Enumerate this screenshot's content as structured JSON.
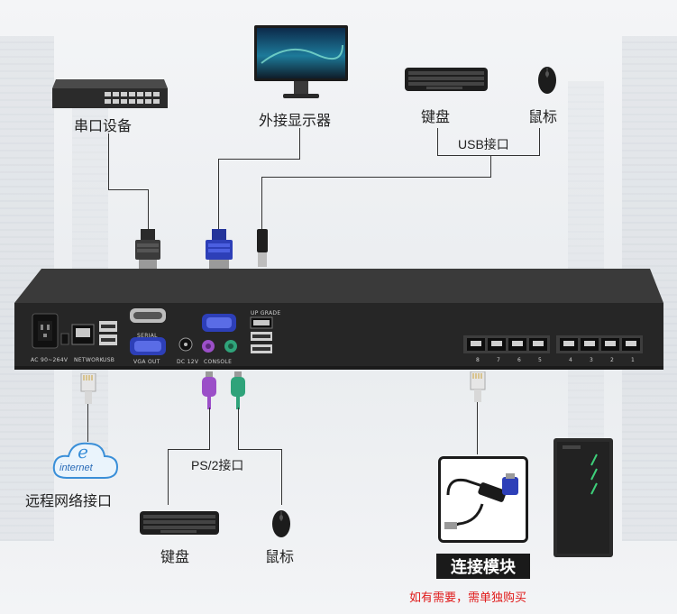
{
  "labels": {
    "serial_device": "串口设备",
    "external_monitor": "外接显示器",
    "keyboard_top": "键盘",
    "mouse_top": "鼠标",
    "usb_port": "USB接口",
    "ps2_port": "PS/2接口",
    "keyboard_bottom": "键盘",
    "mouse_bottom": "鼠标",
    "remote_network": "远程网络接口",
    "internet": "internet",
    "connect_module": "连接模块",
    "purchase_note": "如有需要，需单独购买"
  },
  "panel": {
    "power": "AC 90~264V",
    "network": "NETWORK",
    "usb": "USB",
    "serial": "SERIAL",
    "vga_out": "VGA OUT",
    "dc": "DC 12V",
    "console": "CONSOLE",
    "upgrade": "UP GRADE",
    "port_numbers": [
      "8",
      "7",
      "6",
      "5",
      "4",
      "3",
      "2",
      "1"
    ]
  },
  "colors": {
    "note_red": "#e01a1a",
    "badge_bg": "#1a1a1a",
    "chassis": "#2a2a2a",
    "vga_blue": "#2d3fb8",
    "ps2_purple": "#9b4fc8",
    "ps2_green": "#2fa37a",
    "cloud_blue": "#3a8fd8"
  }
}
